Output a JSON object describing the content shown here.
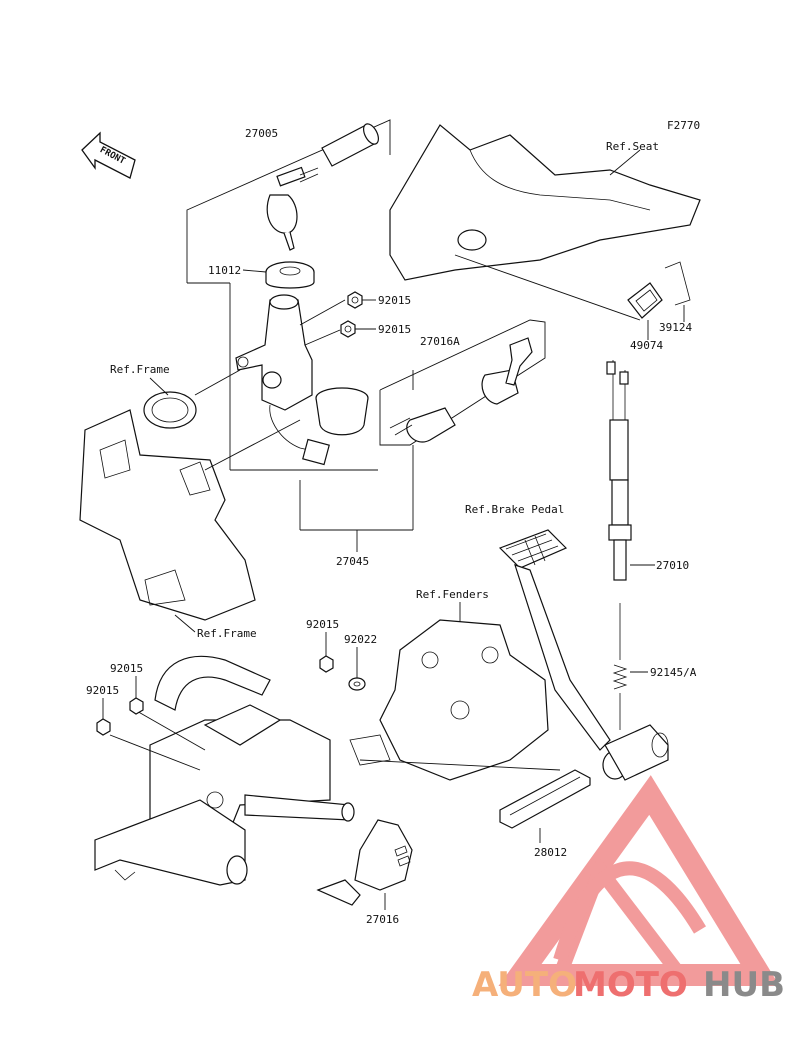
{
  "figure_code": "F2770",
  "front_arrow": "FRONT",
  "labels": {
    "p27005": "27005",
    "p11012": "11012",
    "p92015a": "92015",
    "p92015b": "92015",
    "p27016A": "27016A",
    "ref_frame_top": "Ref.Frame",
    "ref_seat": "Ref.Seat",
    "p39124": "39124",
    "p49074": "49074",
    "ref_brake_pedal": "Ref.Brake Pedal",
    "p27045": "27045",
    "p27010": "27010",
    "ref_fenders": "Ref.Fenders",
    "ref_frame_bottom": "Ref.Frame",
    "p92015c": "92015",
    "p92022": "92022",
    "p92015d": "92015",
    "p92015e": "92015",
    "p92145A": "92145/A",
    "p28012": "28012",
    "p27016": "27016"
  },
  "watermark": {
    "part1": "AUTO",
    "part2": "MOTO",
    "part3": "HUB",
    "color_light": "#f5b07a",
    "color_mid": "#ee6f6f",
    "color_dark": "#8a8a8a"
  }
}
